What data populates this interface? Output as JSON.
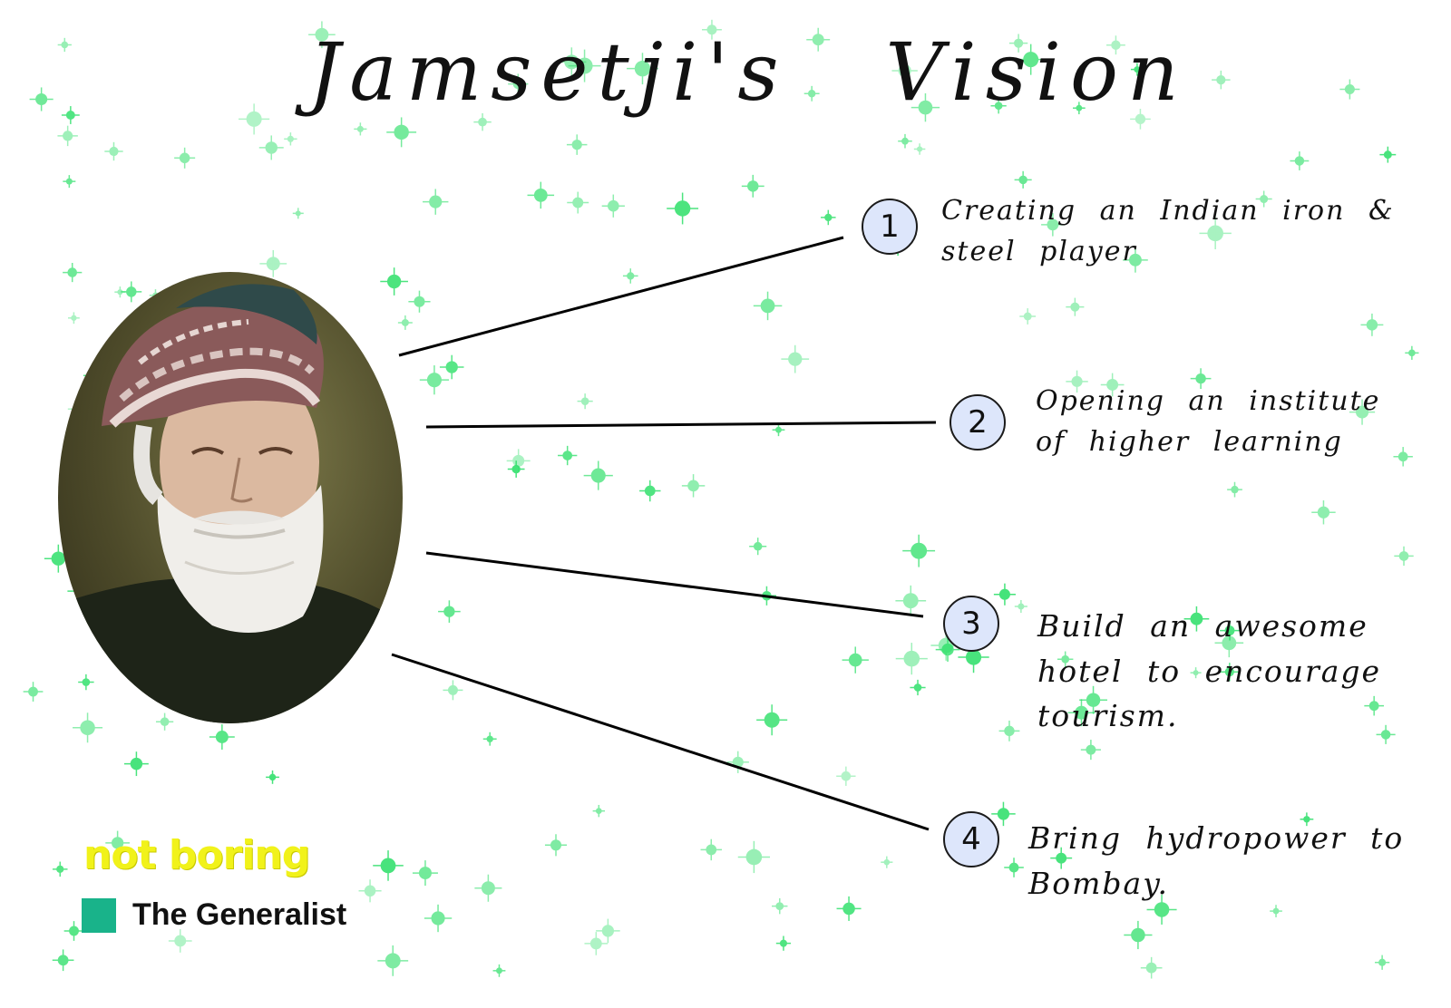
{
  "title": "Jamsetji's Vision",
  "colors": {
    "badge_fill": "#dde6fb",
    "star_green": "#2fe06a",
    "brand_yellow": "#f1f21a",
    "brand_teal": "#19b38a"
  },
  "visions": [
    {
      "number": "1",
      "line1": "Creating an Indian iron &",
      "line2": "steel player",
      "line3": ""
    },
    {
      "number": "2",
      "line1": "Opening an institute",
      "line2": "of higher learning",
      "line3": ""
    },
    {
      "number": "3",
      "line1": "Build an awesome",
      "line2": "hotel to encourage",
      "line3": "tourism."
    },
    {
      "number": "4",
      "line1": "Bring hydropower to",
      "line2": "Bombay.",
      "line3": ""
    }
  ],
  "branding": {
    "not_boring": "not boring",
    "generalist": "The Generalist"
  }
}
